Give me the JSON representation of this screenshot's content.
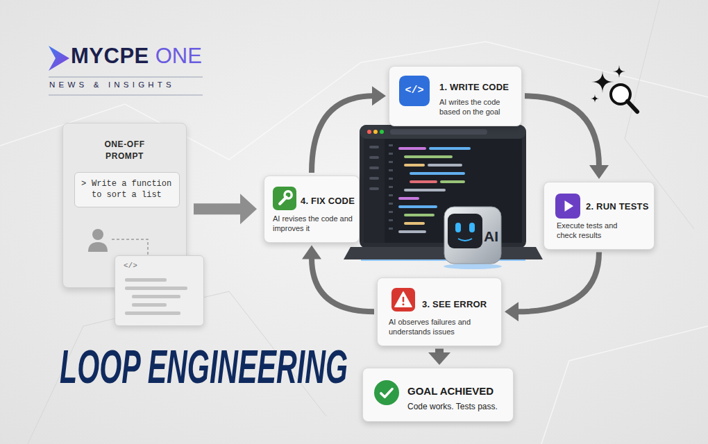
{
  "diagram": {
    "title": "LOOP ENGINEERING",
    "nodes": [
      {
        "text": [
          "ONE-OFF PROMPT"
        ]
      },
      {
        "text": [
          ">",
          "Write a function to sort a list"
        ],
        "in": 0
      },
      {
        "text": [
          "</>"
        ]
      },
      {
        "text": [
          "1. WRITE CODE",
          "AI writes the code based on the goal"
        ]
      },
      {
        "text": [
          "2. RUN TESTS",
          "Execute tests and check results"
        ]
      },
      {
        "text": [
          "3. SEE ERROR",
          "AI observes failures and understands issues"
        ]
      },
      {
        "text": [
          "4. FIX CODE",
          "AI revises the code and improves it"
        ]
      },
      {
        "text": [
          "GOAL ACHIEVED",
          "Code works. Tests pass."
        ]
      }
    ],
    "edges": [
      {
        "from": 0,
        "to": 6,
        "arrow": "to"
      },
      {
        "from": 3,
        "to": 4,
        "arrow": "to"
      },
      {
        "from": 4,
        "to": 5,
        "arrow": "to"
      },
      {
        "from": 5,
        "to": 6,
        "arrow": "to"
      },
      {
        "from": 6,
        "to": 3,
        "arrow": "to"
      },
      {
        "from": 5,
        "to": 7,
        "arrow": "to"
      }
    ],
    "labels": [
      "MYCPE",
      "ONE",
      "NEWS & INSIGHTS",
      "</>",
      "AI"
    ]
  }
}
